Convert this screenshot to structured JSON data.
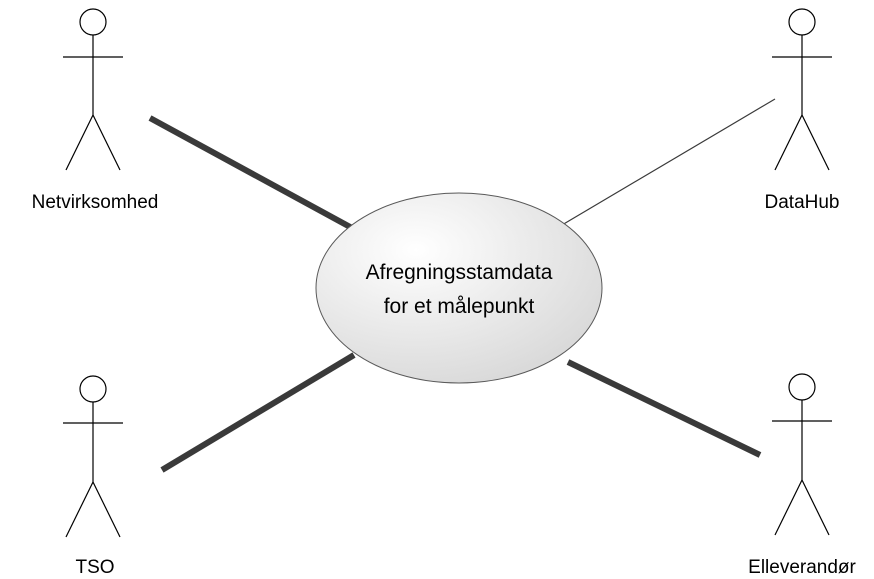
{
  "use_case": {
    "line1": "Afregningsstamdata",
    "line2": "for et målepunkt",
    "fill_light": "#ffffff",
    "fill_dark": "#d9d9d9",
    "stroke": "#595959"
  },
  "actors": {
    "netvirksomhed": {
      "label": "Netvirksomhed",
      "icon": "stick-figure-actor-icon"
    },
    "datahub": {
      "label": "DataHub",
      "icon": "stick-figure-actor-icon"
    },
    "tso": {
      "label": "TSO",
      "icon": "stick-figure-actor-icon"
    },
    "elleverandor": {
      "label": "Elleverandør",
      "icon": "stick-figure-actor-icon"
    }
  },
  "line_color": "#3a3a3a"
}
